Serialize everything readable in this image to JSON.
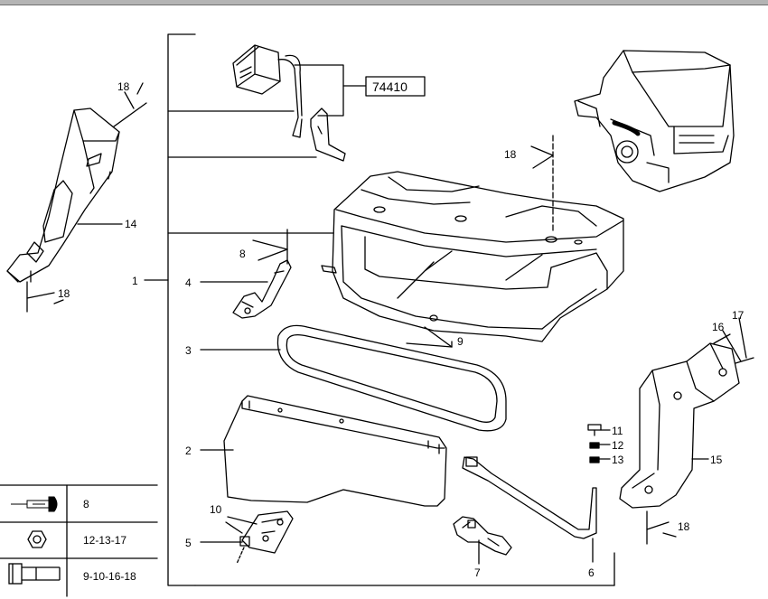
{
  "diagram": {
    "reference_box": "74410",
    "callouts": {
      "p1": "1",
      "p2": "2",
      "p3": "3",
      "p4": "4",
      "p5": "5",
      "p6": "6",
      "p7": "7",
      "p8": "8",
      "p9": "9",
      "p10": "10",
      "p11": "11",
      "p12": "12",
      "p13": "13",
      "p14": "14",
      "p15": "15",
      "p16": "16",
      "p17": "17",
      "p18a": "18",
      "p18b": "18",
      "p18c": "18",
      "p18d": "18"
    },
    "legend": [
      {
        "icon": "rivet-icon",
        "text": "8"
      },
      {
        "icon": "nut-icon",
        "text": "12-13-17"
      },
      {
        "icon": "bolt-icon",
        "text": "9-10-16-18"
      }
    ]
  }
}
